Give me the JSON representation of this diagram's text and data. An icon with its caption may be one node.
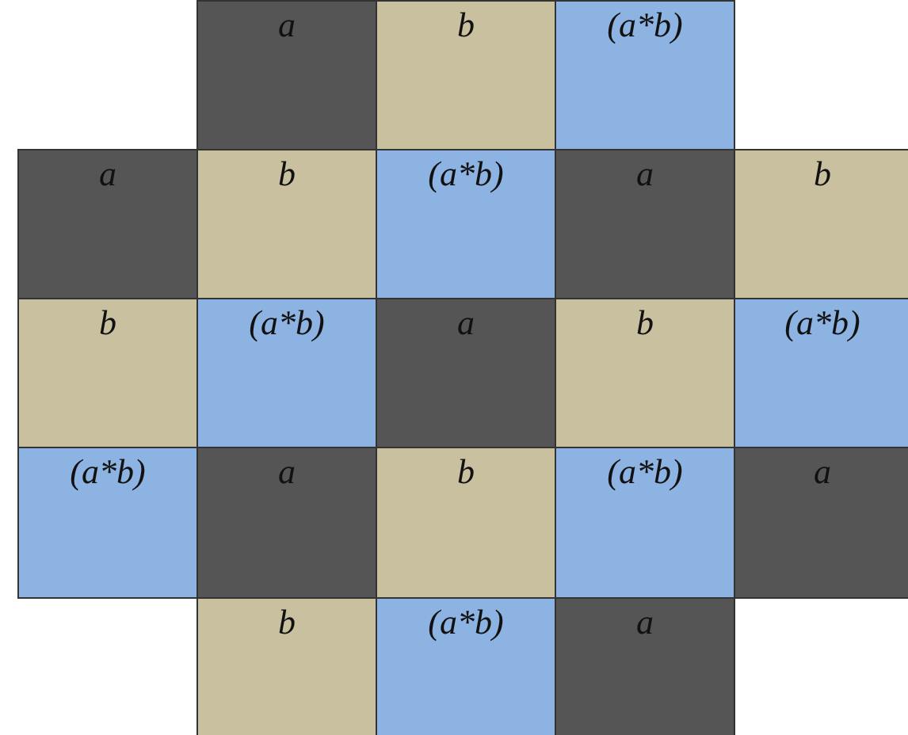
{
  "diagram": {
    "nodes": [
      {
        "text": [
          "a"
        ]
      },
      {
        "text": [
          "b"
        ]
      },
      {
        "text": [
          "(a*b)"
        ]
      },
      {
        "text": [
          "a"
        ]
      },
      {
        "text": [
          "b"
        ]
      },
      {
        "text": [
          "(a*b)"
        ]
      },
      {
        "text": [
          "a"
        ]
      },
      {
        "text": [
          "b"
        ]
      },
      {
        "text": [
          "b"
        ]
      },
      {
        "text": [
          "(a*b)"
        ]
      },
      {
        "text": [
          "a"
        ]
      },
      {
        "text": [
          "b"
        ]
      },
      {
        "text": [
          "(a*b)"
        ]
      },
      {
        "text": [
          "(a*b)"
        ]
      },
      {
        "text": [
          "a"
        ]
      },
      {
        "text": [
          "b"
        ]
      },
      {
        "text": [
          "(a*b)"
        ]
      },
      {
        "text": [
          "a"
        ]
      },
      {
        "text": [
          "b"
        ]
      },
      {
        "text": [
          "(a*b)"
        ]
      },
      {
        "text": [
          "a"
        ]
      }
    ]
  }
}
